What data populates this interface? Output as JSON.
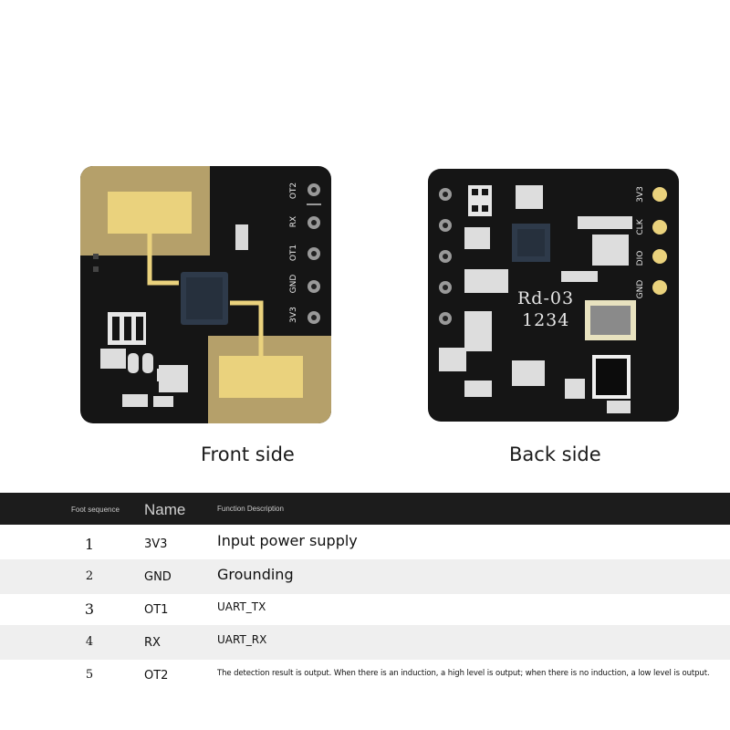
{
  "front": {
    "caption": "Front side",
    "pins": [
      "OT2",
      "RX",
      "OT1",
      "GND",
      "3V3"
    ]
  },
  "back": {
    "caption": "Back side",
    "pins": [
      "3V3",
      "CLK",
      "DIO",
      "GND"
    ],
    "silk_model": "Rd-03",
    "silk_number": "1234"
  },
  "table": {
    "headers": {
      "foot_sequence": "Foot sequence",
      "name": "Name",
      "function": "Function Description"
    },
    "rows": [
      {
        "no": "1",
        "name": "3V3",
        "desc": "Input power supply"
      },
      {
        "no": "2",
        "name": "GND",
        "desc": "Grounding"
      },
      {
        "no": "3",
        "name": "OT1",
        "desc": "UART_TX"
      },
      {
        "no": "4",
        "name": "RX",
        "desc": "UART_RX"
      },
      {
        "no": "5",
        "name": "OT2",
        "desc": "The detection result is output. When there is an induction, a high level is output; when there is no induction, a low level is output."
      }
    ]
  },
  "colors": {
    "pcb": "#151515",
    "gold": "#b5a06a",
    "pad": "#ead27d",
    "header_bar": "#1c1c1c",
    "row_shade": "#efefef"
  }
}
